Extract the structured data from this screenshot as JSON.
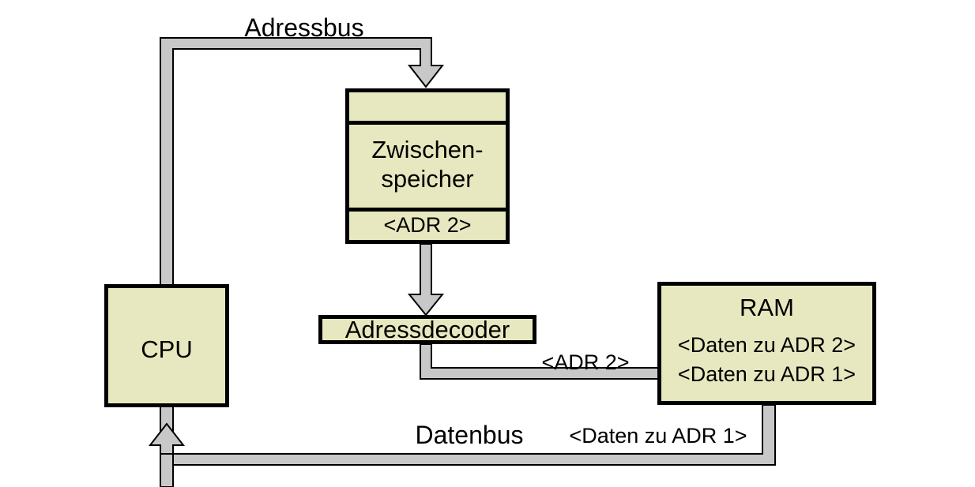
{
  "diagram": {
    "title": "CPU / Zwischenspeicher / Adressdecoder / RAM Busdiagramm",
    "colors": {
      "box_fill": "#e8e8c0",
      "box_border": "#000000",
      "bus_fill": "#c8c8c8",
      "bus_outline": "#000000",
      "background": "#ffffff",
      "text": "#000000"
    },
    "nodes": {
      "cpu": {
        "label": "CPU"
      },
      "latch": {
        "name": "Zwischen-\nspeicher",
        "value": "<ADR 2>",
        "empty_row": ""
      },
      "decoder": {
        "label": "Adressdecoder"
      },
      "ram": {
        "title": "RAM",
        "cells": [
          "<Daten zu ADR 2>",
          "<Daten zu ADR 1>"
        ]
      }
    },
    "buses": {
      "address_bus": {
        "label": "Adressbus"
      },
      "data_bus": {
        "label": "Datenbus"
      },
      "decoder_to_ram": {
        "label": "<ADR 2>"
      },
      "ram_to_cpu": {
        "label": "<Daten zu ADR 1>"
      }
    }
  }
}
